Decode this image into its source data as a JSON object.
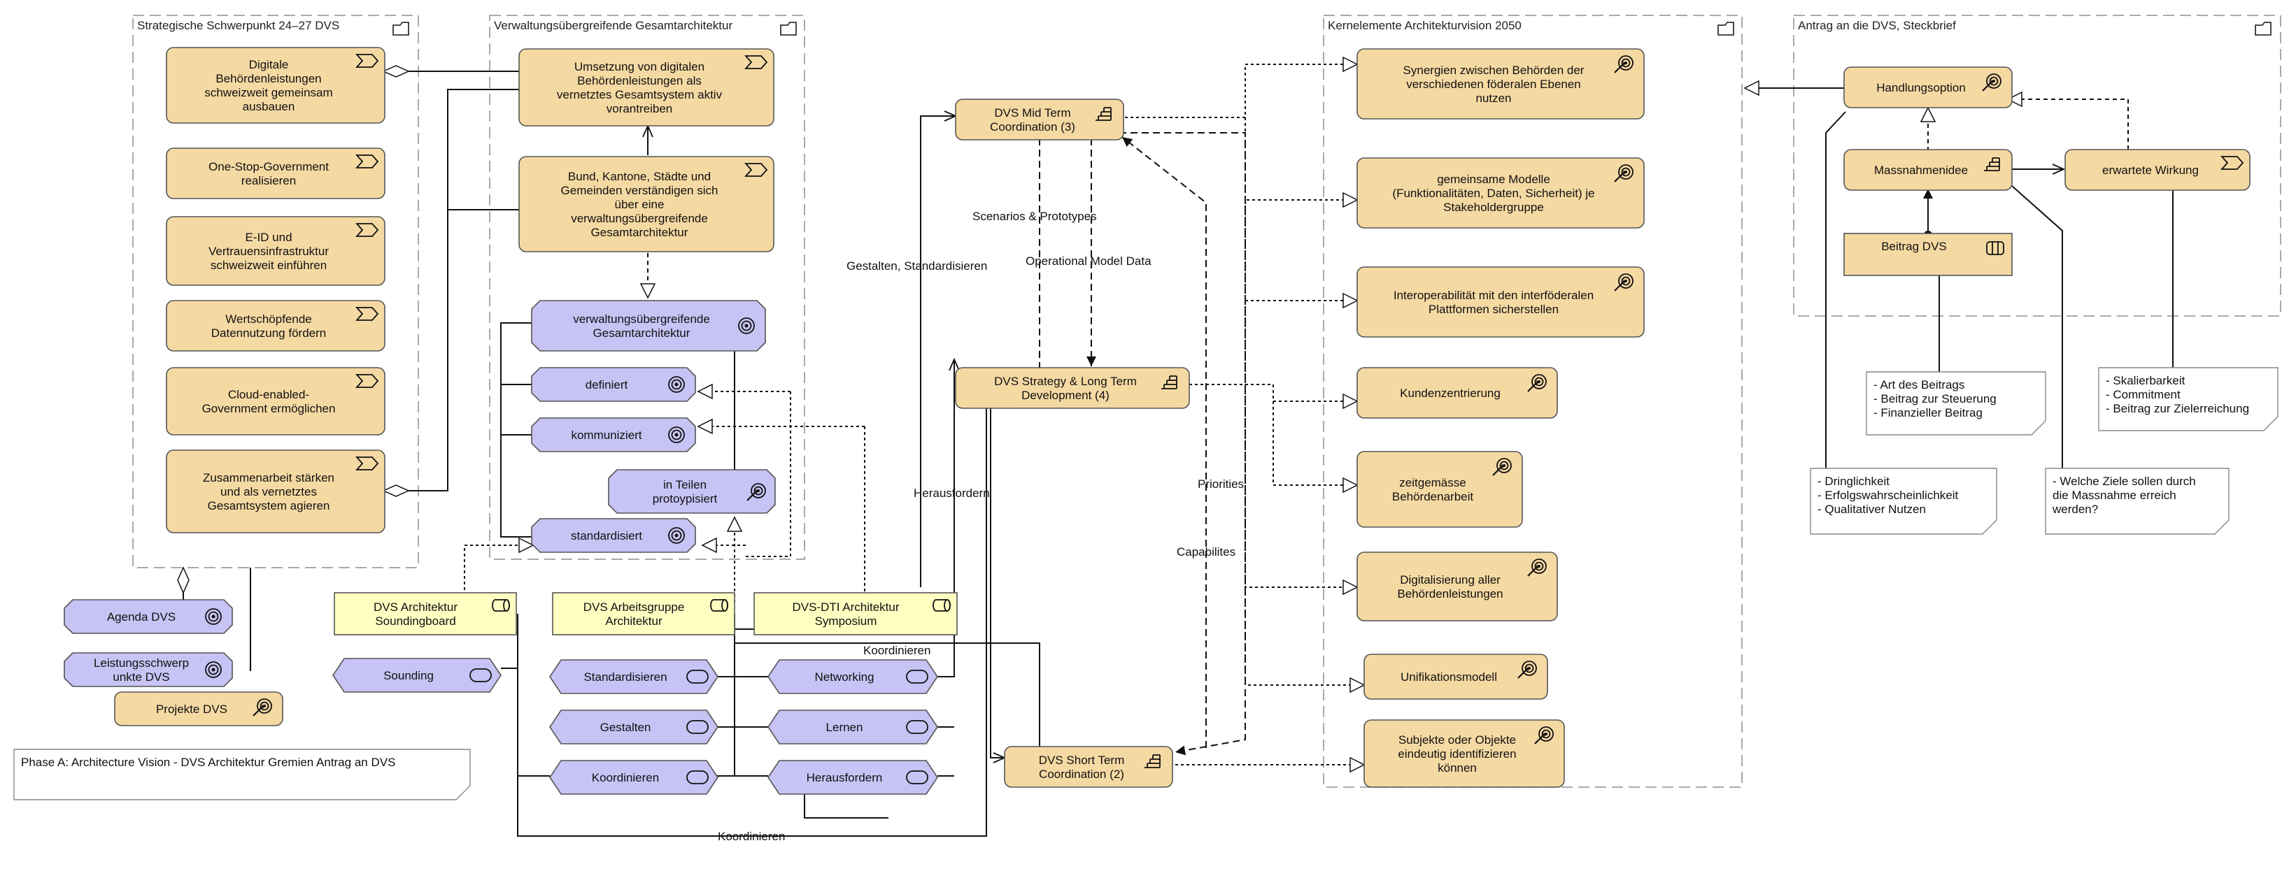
{
  "groups": {
    "strategic": "Strategische Schwerpunkt 24–27 DVS",
    "architecture": "Verwaltungsübergreifende Gesamtarchitektur",
    "vision": "Kernelemente Architekturvision 2050",
    "proposal": "Antrag an die DVS, Steckbrief"
  },
  "strategic_items": [
    [
      "Digitale",
      "Behördenleistungen",
      "schweizweit gemeinsam",
      "ausbauen"
    ],
    [
      "One-Stop-Government",
      "realisieren"
    ],
    [
      "E-ID und",
      "Vertrauensinfrastruktur",
      "schweizweit einführen"
    ],
    [
      "Wertschöpfende",
      "Datennutzung fördern"
    ],
    [
      "Cloud-enabled-",
      "Government ermöglichen"
    ],
    [
      "Zusammenarbeit stärken",
      "und als vernetztes",
      "Gesamtsystem agieren"
    ]
  ],
  "arch_items": {
    "umsetzung": [
      "Umsetzung von digitalen",
      "Behördenleistungen als",
      "vernetztes Gesamtsystem aktiv",
      "vorantreiben"
    ],
    "bund": [
      "Bund, Kantone, Städte und",
      "Gemeinden verständigen sich",
      "über eine",
      "verwaltungsübergreifende",
      "Gesamtarchitektur"
    ],
    "goal_main": [
      "verwaltungsübergreifende",
      "Gesamtarchitektur"
    ],
    "definiert": [
      "definiert"
    ],
    "kommuniziert": [
      "kommuniziert"
    ],
    "teilen": [
      "in Teilen",
      "protoypisiert"
    ],
    "standardisiert": [
      "standardisiert"
    ]
  },
  "left_goals": {
    "agenda": [
      "Agenda DVS"
    ],
    "leistung": [
      "Leistungsschwerp",
      "unkte DVS"
    ],
    "projekte": [
      "Projekte DVS"
    ]
  },
  "actors": {
    "soundingboard": [
      "DVS Architektur",
      "Soundingboard"
    ],
    "arbeitsgruppe": [
      "DVS Arbeitsgruppe",
      "Architektur"
    ],
    "symposium": [
      "DVS-DTI Architektur",
      "Symposium"
    ]
  },
  "services": {
    "sounding": "Sounding",
    "standardisieren": "Standardisieren",
    "gestalten": "Gestalten",
    "koordinieren": "Koordinieren",
    "networking": "Networking",
    "lernen": "Lernen",
    "herausfordern": "Herausfordern"
  },
  "coordination": {
    "mid": [
      "DVS Mid Term",
      "Coordination (3)"
    ],
    "strategy": [
      "DVS Strategy & Long Term",
      "Development (4)"
    ],
    "short": [
      "DVS Short Term",
      "Coordination (2)"
    ]
  },
  "vision_items": [
    [
      "Synergien zwischen Behörden der",
      "verschiedenen föderalen Ebenen",
      "nutzen"
    ],
    [
      "gemeinsame Modelle",
      "(Funktionalitäten, Daten, Sicherheit) je",
      "Stakeholdergruppe"
    ],
    [
      "Interoperabilität mit den interföderalen",
      "Plattformen sicherstellen"
    ],
    [
      "Kundenzentrierung"
    ],
    [
      "zeitgemässe",
      "Behördenarbeit"
    ],
    [
      "Digitalisierung aller",
      "Behördenleistungen"
    ],
    [
      "Unifikationsmodell"
    ],
    [
      "Subjekte oder Objekte",
      "eindeutig identifizieren",
      "können"
    ]
  ],
  "proposal_items": {
    "handlung": "Handlungsoption",
    "massnahme": "Massnahmenidee",
    "wirkung": "erwartete Wirkung",
    "beitrag": "Beitrag DVS"
  },
  "notes": {
    "beitrag": [
      "- Art des Beitrags",
      "- Beitrag zur Steuerung",
      "- Finanzieller Beitrag"
    ],
    "wirkung": [
      "- Skalierbarkeit",
      "- Commitment",
      "- Beitrag zur Zielerreichung"
    ],
    "handlung": [
      "- Dringlichkeit",
      "- Erfolgswahrscheinlichkeit",
      "- Qualitativer Nutzen"
    ],
    "ziele": [
      "- Welche Ziele sollen durch",
      "die Massnahme erreich",
      "werden?"
    ],
    "phase": [
      "Phase A: Architecture Vision - DVS Architektur Gremien Antrag an DVS"
    ]
  },
  "edge_labels": {
    "scenarios": "Scenarios & Prototypes",
    "operational": "Operational Model Data",
    "gestalten": "Gestalten, Standardisieren",
    "herausfordern": "Herausfordern",
    "priorities": "Priorities",
    "capabilities": "Capabilites",
    "koordinieren1": "Koordinieren",
    "koordinieren2": "Koordinieren"
  },
  "colors": {
    "motivation": "#f5d9a3",
    "goal": "#c7c3f4",
    "business": "#ffffc2",
    "group_border": "#aaaaaa",
    "stroke": "#555555"
  }
}
